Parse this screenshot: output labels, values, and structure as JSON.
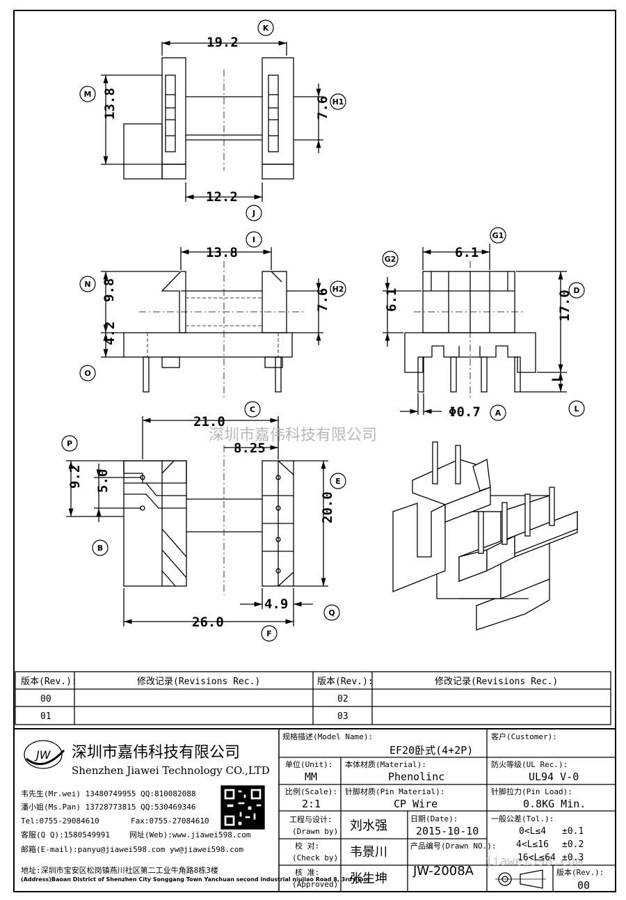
{
  "dimensions": {
    "d19_2": "19.2",
    "d13_8a": "13.8",
    "d7_6a": "7.6",
    "d12_2": "12.2",
    "d13_8b": "13.8",
    "d9_8": "9.8",
    "d4_2": "4.2",
    "d7_6b": "7.6",
    "d6_1a": "6.1",
    "d6_1b": "6.1",
    "d17_0": "17.0",
    "dL": "L",
    "d0_7": "Φ0.7",
    "d21_0": "21.0",
    "d8_25": "8.25",
    "d9_2": "9.2",
    "d5_0": "5.0",
    "d20_0": "20.0",
    "d4_9": "4.9",
    "d26_0": "26.0"
  },
  "labels": {
    "K": "K",
    "M": "M",
    "H1": "H1",
    "J": "J",
    "I": "I",
    "N": "N",
    "H2": "H2",
    "O": "O",
    "G1": "G1",
    "G2": "G2",
    "D": "D",
    "L": "L",
    "A": "A",
    "C": "C",
    "P": "P",
    "E": "E",
    "B": "B",
    "Q": "Q",
    "F": "F"
  },
  "watermark": {
    "cn": "深圳市嘉伟科技有限公司",
    "url": "jiawei598.com"
  },
  "revisions": {
    "rev_header": "版本(Rev.):",
    "rec_header": "修改记录(Revisions Rec.)",
    "rows": [
      {
        "left": "00",
        "right": "02"
      },
      {
        "left": "01",
        "right": "03"
      }
    ]
  },
  "company": {
    "logo": "JW",
    "name_cn": "深圳市嘉伟科技有限公司",
    "name_en": "Shenzhen Jiawei Technology CO.,LTD",
    "contact1": "韦先生(Mr.wei) 13480749955 QQ:810082088",
    "contact2": "潘小姐(Ms.Pan) 13728773815 QQ:530469346",
    "tel": "Tel:0755-29084610",
    "fax": "Fax:0755-27084610",
    "qq": "客服(Q Q):1580549991",
    "web": "网址(Web):www.jiawei598.com",
    "email": "邮箱(E-mail):panyu@jiawei598.com   yw@jiawei598.com",
    "addr_cn": "地址:深圳市宝安区松岗镇燕川社区第二工业牛角路8栋3楼",
    "addr_en": "(Address)Baoan District of Shenzhen City Songgang Town Yanchuan  second industrial niujiao Road 8, 3rd Floor"
  },
  "spec": {
    "model_label": "规格描述(Model Name):",
    "model_value": "EF20卧式(4+2P)",
    "customer_label": "客户(Customer):",
    "unit_label": "单位(Unit):",
    "unit_value": "MM",
    "material_label": "本体材质(Material):",
    "material_value": "Phenolinc",
    "ul_label": "防火等级(UL Rec.):",
    "ul_value": "UL94 V-0",
    "scale_label": "比例(Scale):",
    "scale_value": "2:1",
    "pin_mat_label": "针脚材质(Pin Material):",
    "pin_mat_value": "CP Wire",
    "pin_load_label": "针脚拉力(Pin Load):",
    "pin_load_value": "0.8KG Min.",
    "drawn_label": "工程与设计:",
    "drawn_label_en": "(Drawn by)",
    "drawn_value": "刘水强",
    "check_label": "校  对:",
    "check_label_en": "(Check by)",
    "check_value": "韦景川",
    "approve_label": "核  准:",
    "approve_label_en": "(Approved)",
    "approve_value": "张生坤",
    "date_label": "日期(Date):",
    "date_value": "2015-10-10",
    "drawn_no_label": "产品编号(Drawn NO.):",
    "drawn_no_value": "JW-2008A",
    "tol_label": "一般公差(Tol.):",
    "tol1": "0<L≤4",
    "tol1v": "±0.1",
    "tol2": "4<L≤16",
    "tol2v": "±0.2",
    "tol3": "16<L≤64",
    "tol3v": "±0.3",
    "rev_label": "版本(Rev.):",
    "rev_value": "00"
  }
}
